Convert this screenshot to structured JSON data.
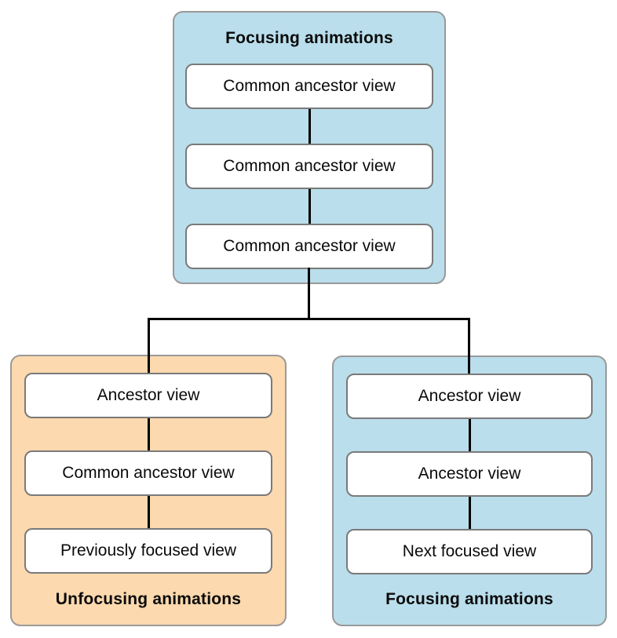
{
  "diagram": {
    "top_panel": {
      "title": "Focusing animations",
      "boxes": [
        "Common ancestor view",
        "Common ancestor view",
        "Common ancestor view"
      ]
    },
    "left_panel": {
      "label": "Unfocusing animations",
      "boxes": [
        "Ancestor view",
        "Common ancestor view",
        "Previously focused view"
      ]
    },
    "right_panel": {
      "label": "Focusing animations",
      "boxes": [
        "Ancestor view",
        "Ancestor view",
        "Next focused view"
      ]
    },
    "colors": {
      "blue_panel": "#badeeb",
      "orange_panel": "#fcd9ae",
      "panel_border": "#999999",
      "box_border": "#7a7a7a",
      "connector": "#000000"
    }
  }
}
